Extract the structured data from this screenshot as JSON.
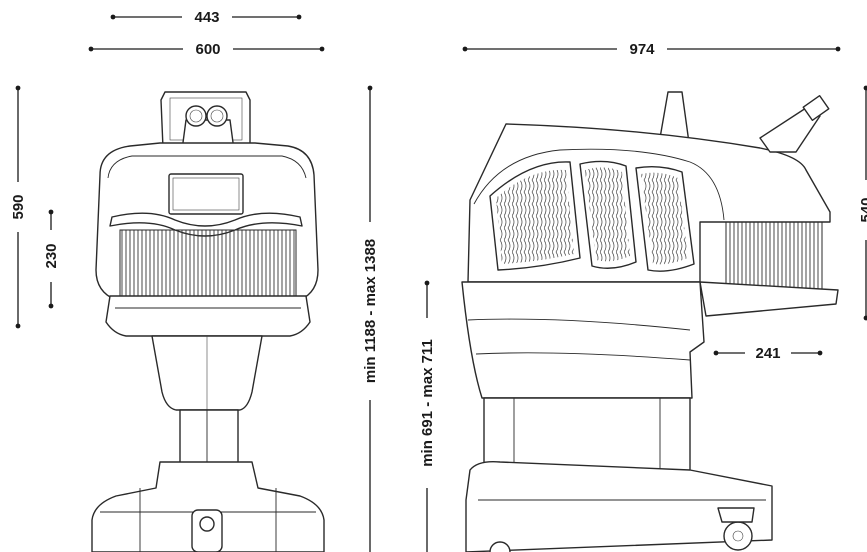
{
  "dimensions": {
    "front_width_inner": "443",
    "front_width_outer": "600",
    "side_depth": "974",
    "front_height_head": "590",
    "front_height_grille": "230",
    "total_height": "min 1188 - max 1388",
    "base_height": "min 691 - max 711",
    "side_height_head": "540",
    "side_overhang": "241"
  },
  "colors": {
    "line": "#1a1a1a",
    "background": "#ffffff"
  }
}
